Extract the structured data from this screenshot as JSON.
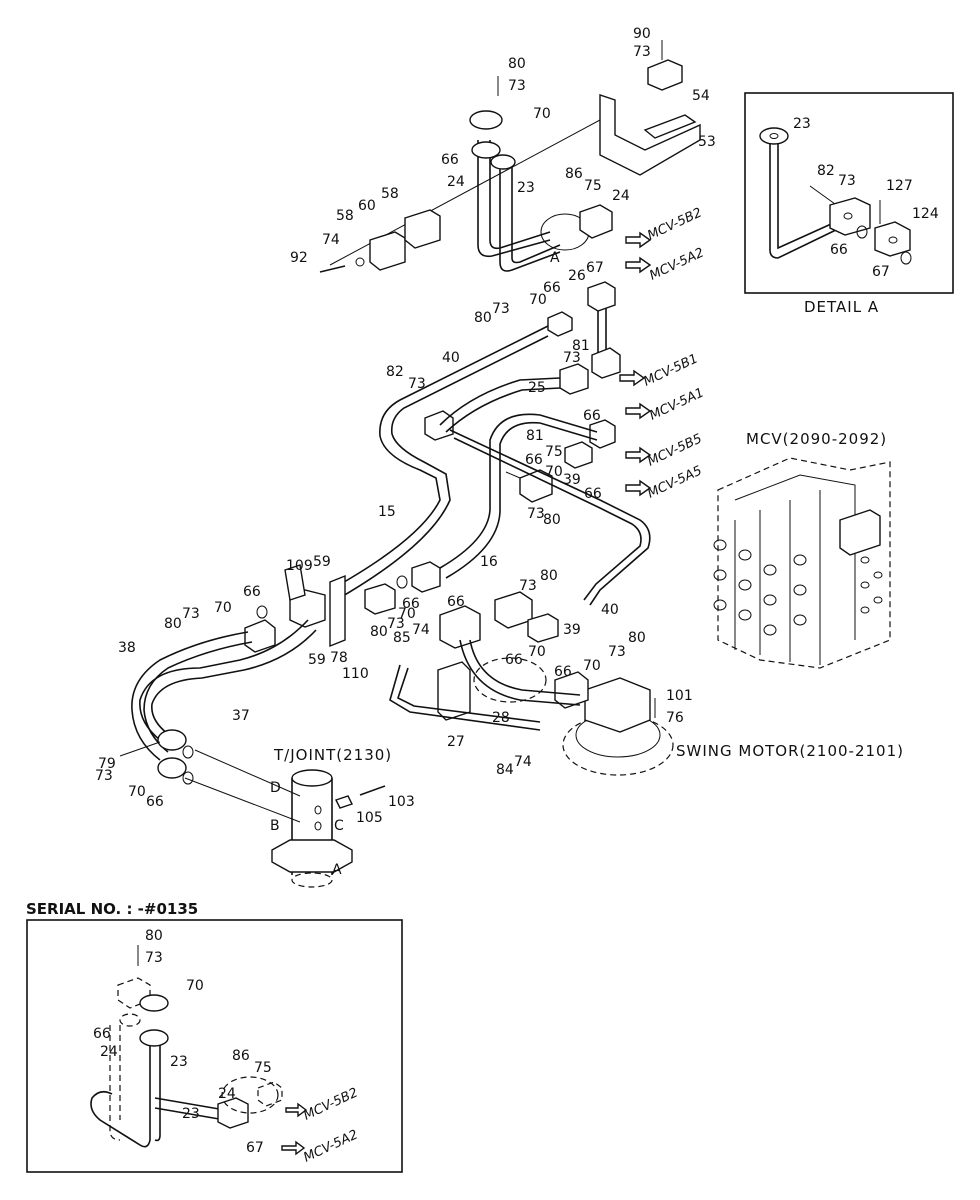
{
  "detail_title": "DETAIL  A",
  "mcv_title": "MCV(2090-2092)",
  "swing_title": "SWING MOTOR(2100-2101)",
  "tjoint_title": "T/JOINT(2130)",
  "serial_title": "SERIAL NO. :  -#0135",
  "port_letters": {
    "A": "A",
    "B": "B",
    "C": "C",
    "D": "D",
    "A_top": "A"
  },
  "ports": {
    "mcv_5b2": "MCV-5B2",
    "mcv_5a2": "MCV-5A2",
    "mcv_5b1": "MCV-5B1",
    "mcv_5a1": "MCV-5A1",
    "mcv_5b5": "MCV-5B5",
    "mcv_5a5": "MCV-5A5",
    "inset_5b2": "MCV-5B2",
    "inset_5a2": "MCV-5A2"
  },
  "callouts": {
    "c90": "90",
    "c73a": "73",
    "c54": "54",
    "c53": "53",
    "c80a": "80",
    "c73b": "73",
    "c70a": "70",
    "c66a": "66",
    "c24a": "24",
    "c23a": "23",
    "c86a": "86",
    "c75a": "75",
    "c24b": "24",
    "c58a": "58",
    "c60": "60",
    "c58b": "58",
    "c74a": "74",
    "c92": "92",
    "c26": "26",
    "c67a": "67",
    "c23d": "23",
    "c82d": "82",
    "c73d": "73",
    "c127": "127",
    "c124": "124",
    "c66d": "66",
    "c67d": "67",
    "c66b": "66",
    "c70b": "70",
    "c73c": "73",
    "c80b": "80",
    "c81a": "81",
    "c73e": "73",
    "c82a": "82",
    "c40a": "40",
    "c73f": "73",
    "c25": "25",
    "c66c": "66",
    "c81b": "81",
    "c75b": "75",
    "c66e": "66",
    "c70c": "70",
    "c39a": "39",
    "c66f": "66",
    "c73g": "73",
    "c80c": "80",
    "c15": "15",
    "c16": "16",
    "c109": "109",
    "c59a": "59",
    "c66g": "66",
    "c70d": "70",
    "c80d": "80",
    "c73h": "73",
    "c70e": "70",
    "c73i": "73",
    "c80e": "80",
    "c59b": "59",
    "c78": "78",
    "c110": "110",
    "c38": "38",
    "c37": "37",
    "c66h": "66",
    "c73j": "73",
    "c80f": "80",
    "c66i": "66",
    "c85": "85",
    "c74b": "74",
    "c40b": "40",
    "c39b": "39",
    "c80g": "80",
    "c66j": "66",
    "c70f": "70",
    "c66k": "66",
    "c70g": "70",
    "c73k": "73",
    "c101": "101",
    "c76": "76",
    "c28": "28",
    "c27": "27",
    "c84": "84",
    "c74c": "74",
    "c79": "79",
    "c73l": "73",
    "c70h": "70",
    "c66l": "66",
    "c103": "103",
    "c105": "105",
    "s80": "80",
    "s73": "73",
    "s70": "70",
    "s66": "66",
    "s24a": "24",
    "s23a": "23",
    "s86": "86",
    "s75": "75",
    "s24b": "24",
    "s23b": "23",
    "s67": "67"
  }
}
